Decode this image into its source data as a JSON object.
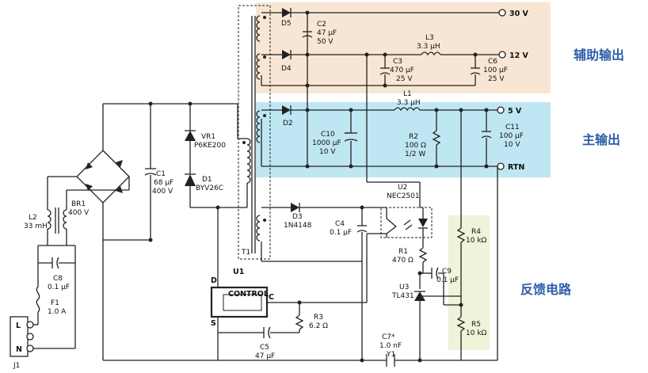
{
  "outputs": {
    "v30": "30 V",
    "v12": "12 V",
    "v5": "5 V",
    "rtn": "RTN"
  },
  "sections": {
    "auxiliary": "辅助输出",
    "main": "主输出",
    "feedback": "反馈电路"
  },
  "components": {
    "D5": "D5",
    "C2": [
      "C2",
      "47 μF",
      "50 V"
    ],
    "L3": [
      "L3",
      "3.3 μH"
    ],
    "C3": [
      "C3",
      "470 μF",
      "25 V"
    ],
    "C6": [
      "C6",
      "100 μF",
      "25 V"
    ],
    "D4": "D4",
    "L1": [
      "L1",
      "3.3 μH"
    ],
    "D2": "D2",
    "C10": [
      "C10",
      "1000 μF",
      "10 V"
    ],
    "R2": [
      "R2",
      "100 Ω",
      "1/2 W"
    ],
    "C11": [
      "C11",
      "100 μF",
      "10 V"
    ],
    "VR1": [
      "VR1",
      "P6KE200"
    ],
    "D1": [
      "D1",
      "BYV26C"
    ],
    "C1": [
      "C1",
      "68 μF",
      "400 V"
    ],
    "BR1": [
      "BR1",
      "400 V"
    ],
    "L2": [
      "L2",
      "33 mH"
    ],
    "C8": [
      "C8",
      "0.1 μF"
    ],
    "F1": [
      "F1",
      "1.0 A"
    ],
    "J1": "J1",
    "L": "L",
    "N": "N",
    "T1": "T1",
    "U1": "U1",
    "control": "CONTROL",
    "D": "D",
    "S": "S",
    "C": "C",
    "D3": [
      "D3",
      "1N4148"
    ],
    "C4": [
      "C4",
      "0.1 μF"
    ],
    "U2": [
      "U2",
      "NEC2501"
    ],
    "R1": [
      "R1",
      "470 Ω"
    ],
    "C9": [
      "C9",
      "0.1 μF"
    ],
    "U3": [
      "U3",
      "TL431"
    ],
    "R3": [
      "R3",
      "6.2 Ω"
    ],
    "C5": [
      "C5",
      "47 μF"
    ],
    "C7": [
      "C7*",
      "1.0 nF",
      "Y1"
    ],
    "R4": [
      "R4",
      "10 kΩ"
    ],
    "R5": [
      "R5",
      "10 kΩ"
    ]
  },
  "colors": {
    "auxiliary_bg": "#f7e6d3",
    "main_bg": "#bfe6f3",
    "feedback_bg": "#eef3d9",
    "label_text": "#2f5da8",
    "wire": "#222222"
  }
}
